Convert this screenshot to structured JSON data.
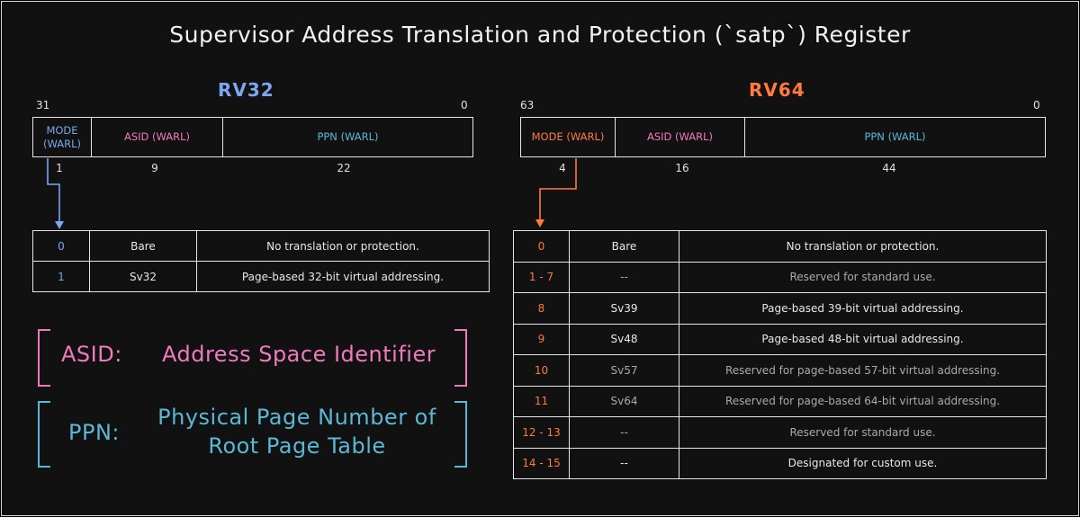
{
  "title": "Supervisor Address Translation and Protection (`satp`) Register",
  "colors": {
    "rv32": "#7aa7f0",
    "rv64": "#ff7a3d",
    "asid": "#f07abe",
    "ppn": "#5bb8d4",
    "reserved_text": "#aaaaaa",
    "line": "#e6e6e6"
  },
  "rv32": {
    "label": "RV32",
    "bit_high": "31",
    "bit_low": "0",
    "fields": [
      {
        "name_line1": "MODE",
        "name_line2": "(WARL)",
        "width": "1"
      },
      {
        "name_line1": "ASID (WARL)",
        "name_line2": "",
        "width": "9"
      },
      {
        "name_line1": "PPN (WARL)",
        "name_line2": "",
        "width": "22"
      }
    ],
    "modes": [
      {
        "value": "0",
        "name": "Bare",
        "description": "No translation or protection."
      },
      {
        "value": "1",
        "name": "Sv32",
        "description": "Page-based 32-bit virtual addressing."
      }
    ]
  },
  "rv64": {
    "label": "RV64",
    "bit_high": "63",
    "bit_low": "0",
    "fields": [
      {
        "name_line1": "MODE (WARL)",
        "name_line2": "",
        "width": "4"
      },
      {
        "name_line1": "ASID (WARL)",
        "name_line2": "",
        "width": "16"
      },
      {
        "name_line1": "PPN (WARL)",
        "name_line2": "",
        "width": "44"
      }
    ],
    "modes": [
      {
        "value": "0",
        "name": "Bare",
        "description": "No translation or protection.",
        "reserved": false
      },
      {
        "value": "1 - 7",
        "name": "--",
        "description": "Reserved for standard use.",
        "reserved": true
      },
      {
        "value": "8",
        "name": "Sv39",
        "description": "Page-based 39-bit virtual addressing.",
        "reserved": false
      },
      {
        "value": "9",
        "name": "Sv48",
        "description": "Page-based 48-bit virtual addressing.",
        "reserved": false
      },
      {
        "value": "10",
        "name": "Sv57",
        "description": "Reserved for page-based 57-bit virtual addressing.",
        "reserved": true
      },
      {
        "value": "11",
        "name": "Sv64",
        "description": "Reserved for page-based 64-bit virtual addressing.",
        "reserved": true
      },
      {
        "value": "12 - 13",
        "name": "--",
        "description": "Reserved for standard use.",
        "reserved": true
      },
      {
        "value": "14 - 15",
        "name": "--",
        "description": "Designated for custom use.",
        "reserved": false
      }
    ]
  },
  "definitions": {
    "asid_abbr": "ASID:",
    "asid_text": "Address Space Identifier",
    "ppn_abbr": "PPN:",
    "ppn_text_line1": "Physical Page Number of",
    "ppn_text_line2": "Root Page Table"
  }
}
